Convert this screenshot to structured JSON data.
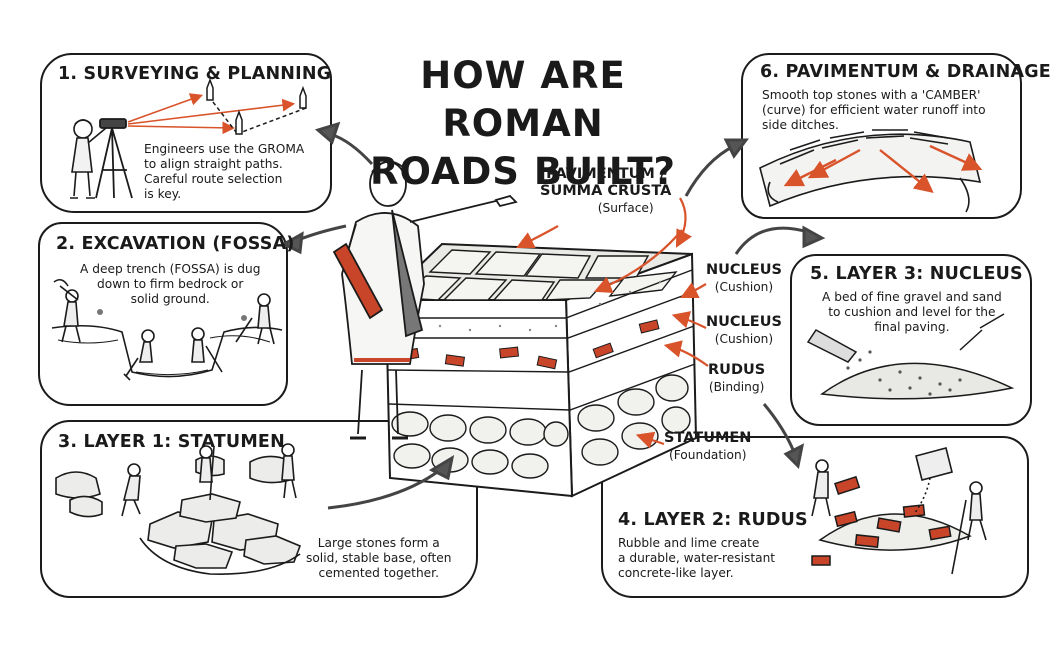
{
  "title": "HOW ARE ROMAN\nROADS BUILT?",
  "colors": {
    "ink": "#1b1b1b",
    "accent": "#d9532b",
    "brick": "#c8452a",
    "stone": "#d8d8d4"
  },
  "panels": {
    "surveying": {
      "title": "1. SURVEYING & PLANNING",
      "text": "Engineers use the GROMA\nto align straight paths.\nCareful route selection\nis key."
    },
    "excavation": {
      "title": "2. EXCAVATION (FOSSA)",
      "text": "A deep trench (FOSSA) is dug\ndown to firm bedrock or\nsolid ground."
    },
    "statumen": {
      "title": "3. LAYER 1: STATUMEN",
      "text": "Large stones form a\nsolid, stable base, often\ncemented together."
    },
    "rudus": {
      "title": "4. LAYER 2: RUDUS",
      "text": "Rubble and lime create\na durable, water-resistant\nconcrete-like layer."
    },
    "nucleus": {
      "title": "5. LAYER 3: NUCLEUS",
      "text": "A bed of fine gravel and sand\nto cushion and level for the\nfinal paving."
    },
    "pavimentum": {
      "title": "6. PAVIMENTUM & DRAINAGE",
      "text": "Smooth top stones with a 'CAMBER'\n(curve) for efficient water runoff into\nside ditches."
    }
  },
  "layer_labels": {
    "surface": {
      "name": "PAVIMENTUM /\nSUMMA CRUSTA",
      "sub": "(Surface)"
    },
    "nucleus_a": {
      "name": "NUCLEUS",
      "sub": "(Cushion)"
    },
    "nucleus_b": {
      "name": "NUCLEUS",
      "sub": "(Cushion)"
    },
    "rudus": {
      "name": "RUDUS",
      "sub": "(Binding)"
    },
    "statumen": {
      "name": "STATUMEN",
      "sub": "(Foundation)"
    }
  },
  "icons": [
    "groma-icon",
    "survey-stake-icon",
    "pickaxe-icon",
    "shovel-icon",
    "stone-icon",
    "brick-icon",
    "water-arrow-icon",
    "cycle-arrow-icon"
  ]
}
